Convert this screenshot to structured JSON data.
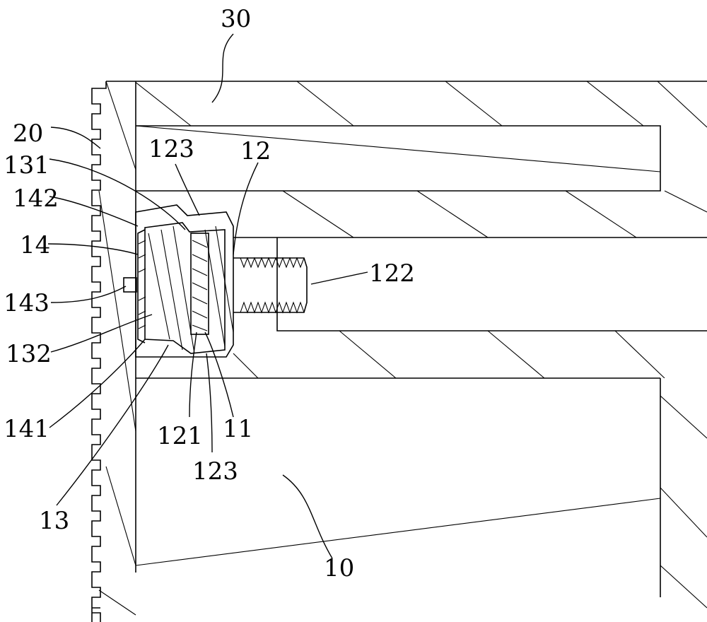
{
  "labels": {
    "l30": "30",
    "l20": "20",
    "l123_top": "123",
    "l12": "12",
    "l131": "131",
    "l142": "142",
    "l14": "14",
    "l122": "122",
    "l143": "143",
    "l132": "132",
    "l141": "141",
    "l121": "121",
    "l11": "11",
    "l123_bottom": "123",
    "l13": "13",
    "l10": "10"
  }
}
